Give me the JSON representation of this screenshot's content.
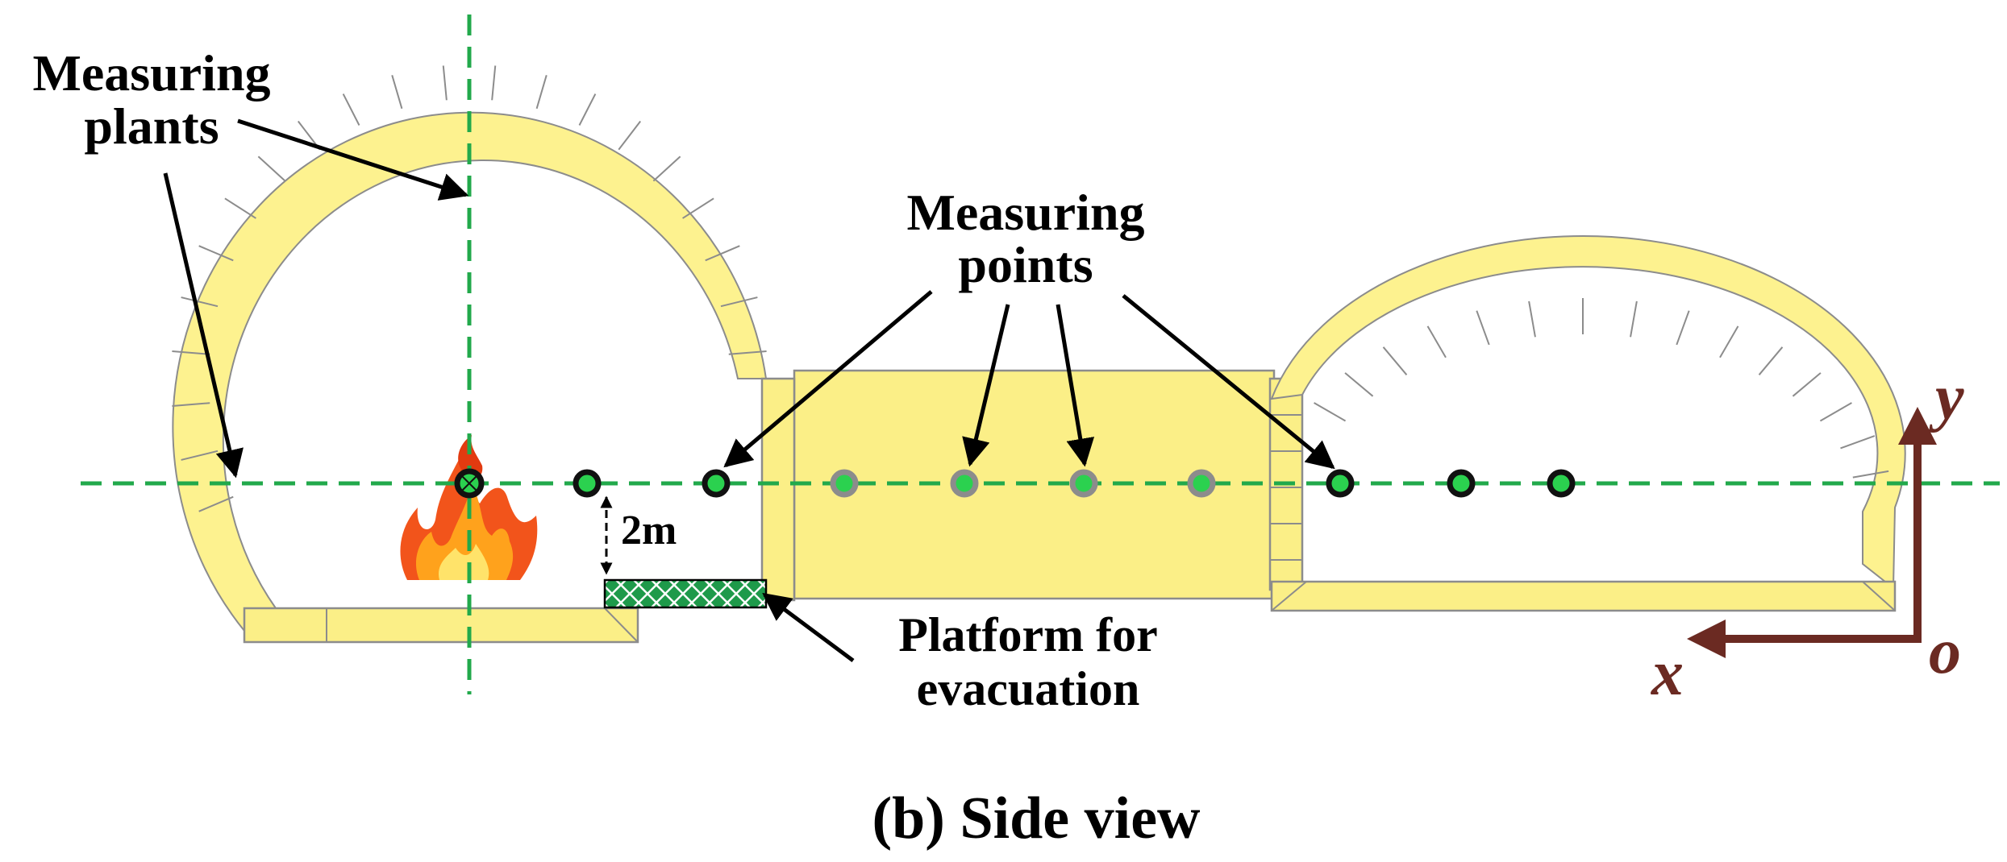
{
  "labels": {
    "measuring_planes_line1": "Measuring",
    "measuring_planes_line2": "plants",
    "measuring_points_line1": "Measuring",
    "measuring_points_line2": "points",
    "platform_line1": "Platform for",
    "platform_line2": "evacuation",
    "height": "2m",
    "caption": "(b) Side view"
  },
  "axes": {
    "x_label": "x",
    "y_label": "y",
    "origin_label": "o"
  },
  "measuring_points": [
    {
      "id": 1,
      "style": "black"
    },
    {
      "id": 2,
      "style": "black"
    },
    {
      "id": 3,
      "style": "grey"
    },
    {
      "id": 4,
      "style": "grey"
    },
    {
      "id": 5,
      "style": "grey"
    },
    {
      "id": 6,
      "style": "grey"
    },
    {
      "id": 7,
      "style": "black"
    },
    {
      "id": 8,
      "style": "black"
    },
    {
      "id": 9,
      "style": "black"
    }
  ],
  "colors": {
    "lining_fill": "#fdf28f",
    "lining_stroke": "#8c8c8c",
    "dashed_line": "#22a94b",
    "point_green": "#2bd14f",
    "point_ring_black": "#111111",
    "point_ring_grey": "#8c8c8c",
    "platform": "#1e9a4a",
    "axis_arrow": "#6b2a22"
  },
  "icons": {
    "fire": "fire-icon",
    "coordinate_axes": "axes-arrow-icon"
  }
}
